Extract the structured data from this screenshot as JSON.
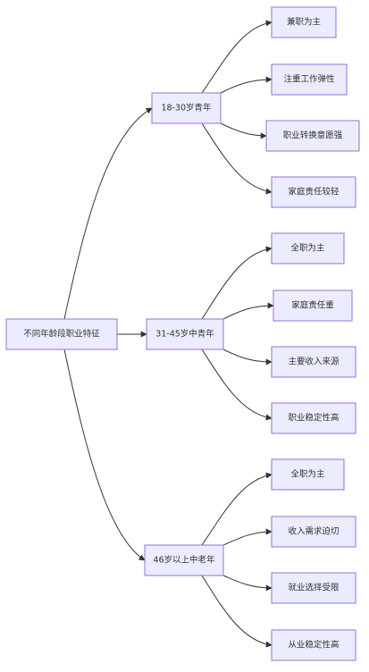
{
  "diagram": {
    "root": {
      "label": "不同年龄段职业特征"
    },
    "groups": [
      {
        "label": "18-30岁青年",
        "children": [
          "兼职为主",
          "注重工作弹性",
          "职业转换意愿强",
          "家庭责任较轻"
        ]
      },
      {
        "label": "31-45岁中青年",
        "children": [
          "全职为主",
          "家庭责任重",
          "主要收入来源",
          "职业稳定性高"
        ]
      },
      {
        "label": "46岁以上中老年",
        "children": [
          "全职为主",
          "收入需求迫切",
          "就业选择受限",
          "从业稳定性高"
        ]
      }
    ],
    "colors": {
      "node_fill": "#ECECFF",
      "node_border": "#9370DB",
      "line": "#333333",
      "text": "#333333"
    }
  }
}
